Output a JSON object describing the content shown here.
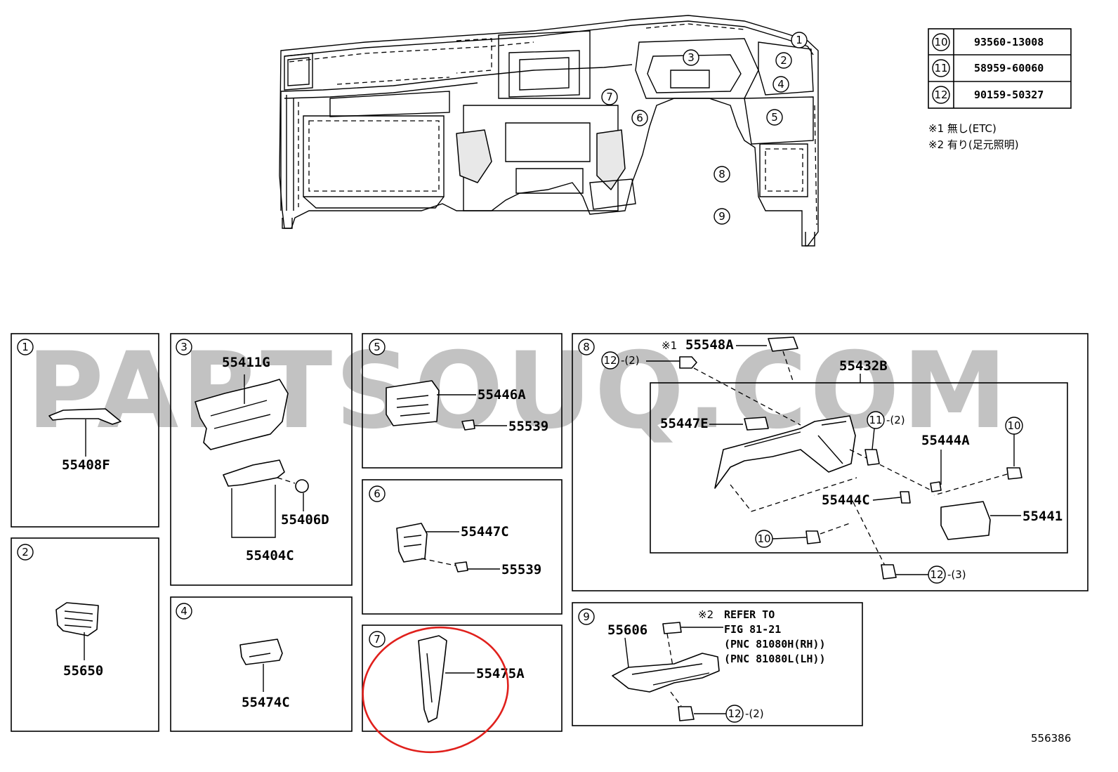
{
  "watermark": "PARTSOUQ.COM",
  "diagram_code": "556386",
  "reference_table": [
    {
      "index": "10",
      "part": "93560-13008"
    },
    {
      "index": "11",
      "part": "58959-60060"
    },
    {
      "index": "12",
      "part": "90159-50327"
    }
  ],
  "notes": [
    "※1 無し(ETC)",
    "※2 有り(足元照明)"
  ],
  "overview_callouts": [
    "1",
    "2",
    "3",
    "4",
    "5",
    "6",
    "7",
    "8",
    "9"
  ],
  "panels": {
    "p1": {
      "index": "1",
      "parts": [
        "55408F"
      ]
    },
    "p2": {
      "index": "2",
      "parts": [
        "55650"
      ]
    },
    "p3": {
      "index": "3",
      "parts": [
        "55411G",
        "55406D",
        "55404C"
      ]
    },
    "p4": {
      "index": "4",
      "parts": [
        "55474C"
      ]
    },
    "p5": {
      "index": "5",
      "parts": [
        "55446A",
        "55539"
      ]
    },
    "p6": {
      "index": "6",
      "parts": [
        "55447C",
        "55539"
      ]
    },
    "p7": {
      "index": "7",
      "parts": [
        "55475A"
      ]
    },
    "p8": {
      "index": "8",
      "mark1": "※1",
      "parts": [
        "55548A",
        "55432B",
        "55447E",
        "55444A",
        "55444C",
        "55441"
      ],
      "ref12a": "12",
      "ref12a_qty": "-(2)",
      "ref11": "11",
      "ref11_qty": "-(2)",
      "ref10a": "10",
      "ref10b": "10",
      "ref12b": "12",
      "ref12b_qty": "-(3)"
    },
    "p9": {
      "index": "9",
      "mark2": "※2",
      "parts": [
        "55606"
      ],
      "refer": [
        "REFER TO",
        "FIG 81-21",
        "(PNC 81080H(RH))",
        "(PNC 81080L(LH))"
      ],
      "ref12": "12",
      "ref12_qty": "-(2)"
    }
  },
  "colors": {
    "highlight_circle": "#e0201c",
    "watermark": "#b8b8b8"
  }
}
